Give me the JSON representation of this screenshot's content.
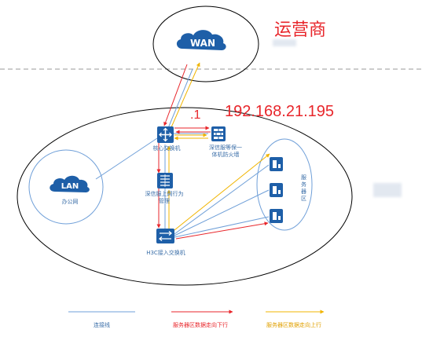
{
  "operator": {
    "label": "运营商"
  },
  "wan": {
    "label": "WAN"
  },
  "lan": {
    "label": "LAN"
  },
  "ip": {
    "label": "192.168.21.195"
  },
  "gateway": {
    "label": ".1"
  },
  "nodes": {
    "core_switch": "核心交换机",
    "firewall_line1": "深信服等保一",
    "firewall_line2": "体机防火墙",
    "behavior_line1": "深信服上网行为",
    "behavior_line2": "管理",
    "access_switch": "H3C接入交换机",
    "office_net": "办公网",
    "server_zone": [
      "服",
      "务",
      "器",
      "区"
    ]
  },
  "legend": [
    {
      "label": "连接线",
      "color": "#6f9fd8"
    },
    {
      "label": "服务器区数据走向下行",
      "color": "#e8262b"
    },
    {
      "label": "服务器区数据走向上行",
      "color": "#f0b400"
    }
  ],
  "colors": {
    "link": "#6f9fd8",
    "down": "#e8262b",
    "up": "#f0b400",
    "icon": "#1e5fa8"
  },
  "icons": [
    "wan-cloud",
    "lan-cloud",
    "router",
    "firewall",
    "behavior-mgmt",
    "switch",
    "server"
  ]
}
